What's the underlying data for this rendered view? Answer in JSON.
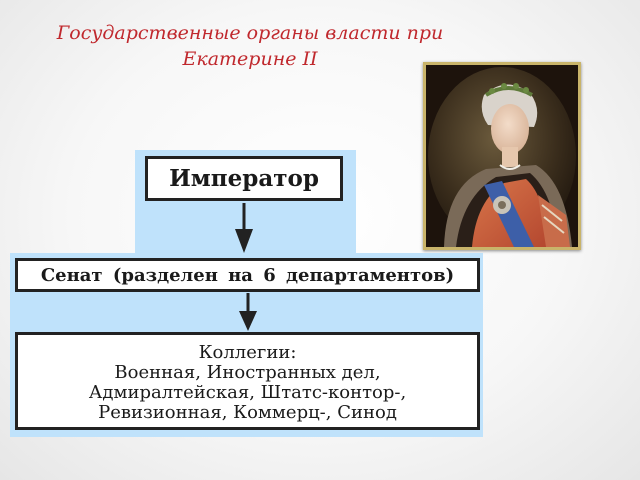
{
  "title": {
    "line1": "Государственные органы власти при",
    "line2": "Екатерине II"
  },
  "diagram": {
    "emperor": "Император",
    "senate": "Сенат (разделен на 6 департаментов)",
    "colleges": {
      "heading": "Коллегии:",
      "line1": "Военная, Иностранных дел,",
      "line2": "Адмиралтейская, Штатс-контор-,",
      "line3": "Ревизионная, Коммерц-, Синод"
    }
  },
  "colors": {
    "title": "#c0282d",
    "panel_bg": "#bfe2fb",
    "box_border": "#222222",
    "frame": "#c9b46a"
  },
  "portrait": {
    "icon": "portrait-of-catherine-ii"
  }
}
